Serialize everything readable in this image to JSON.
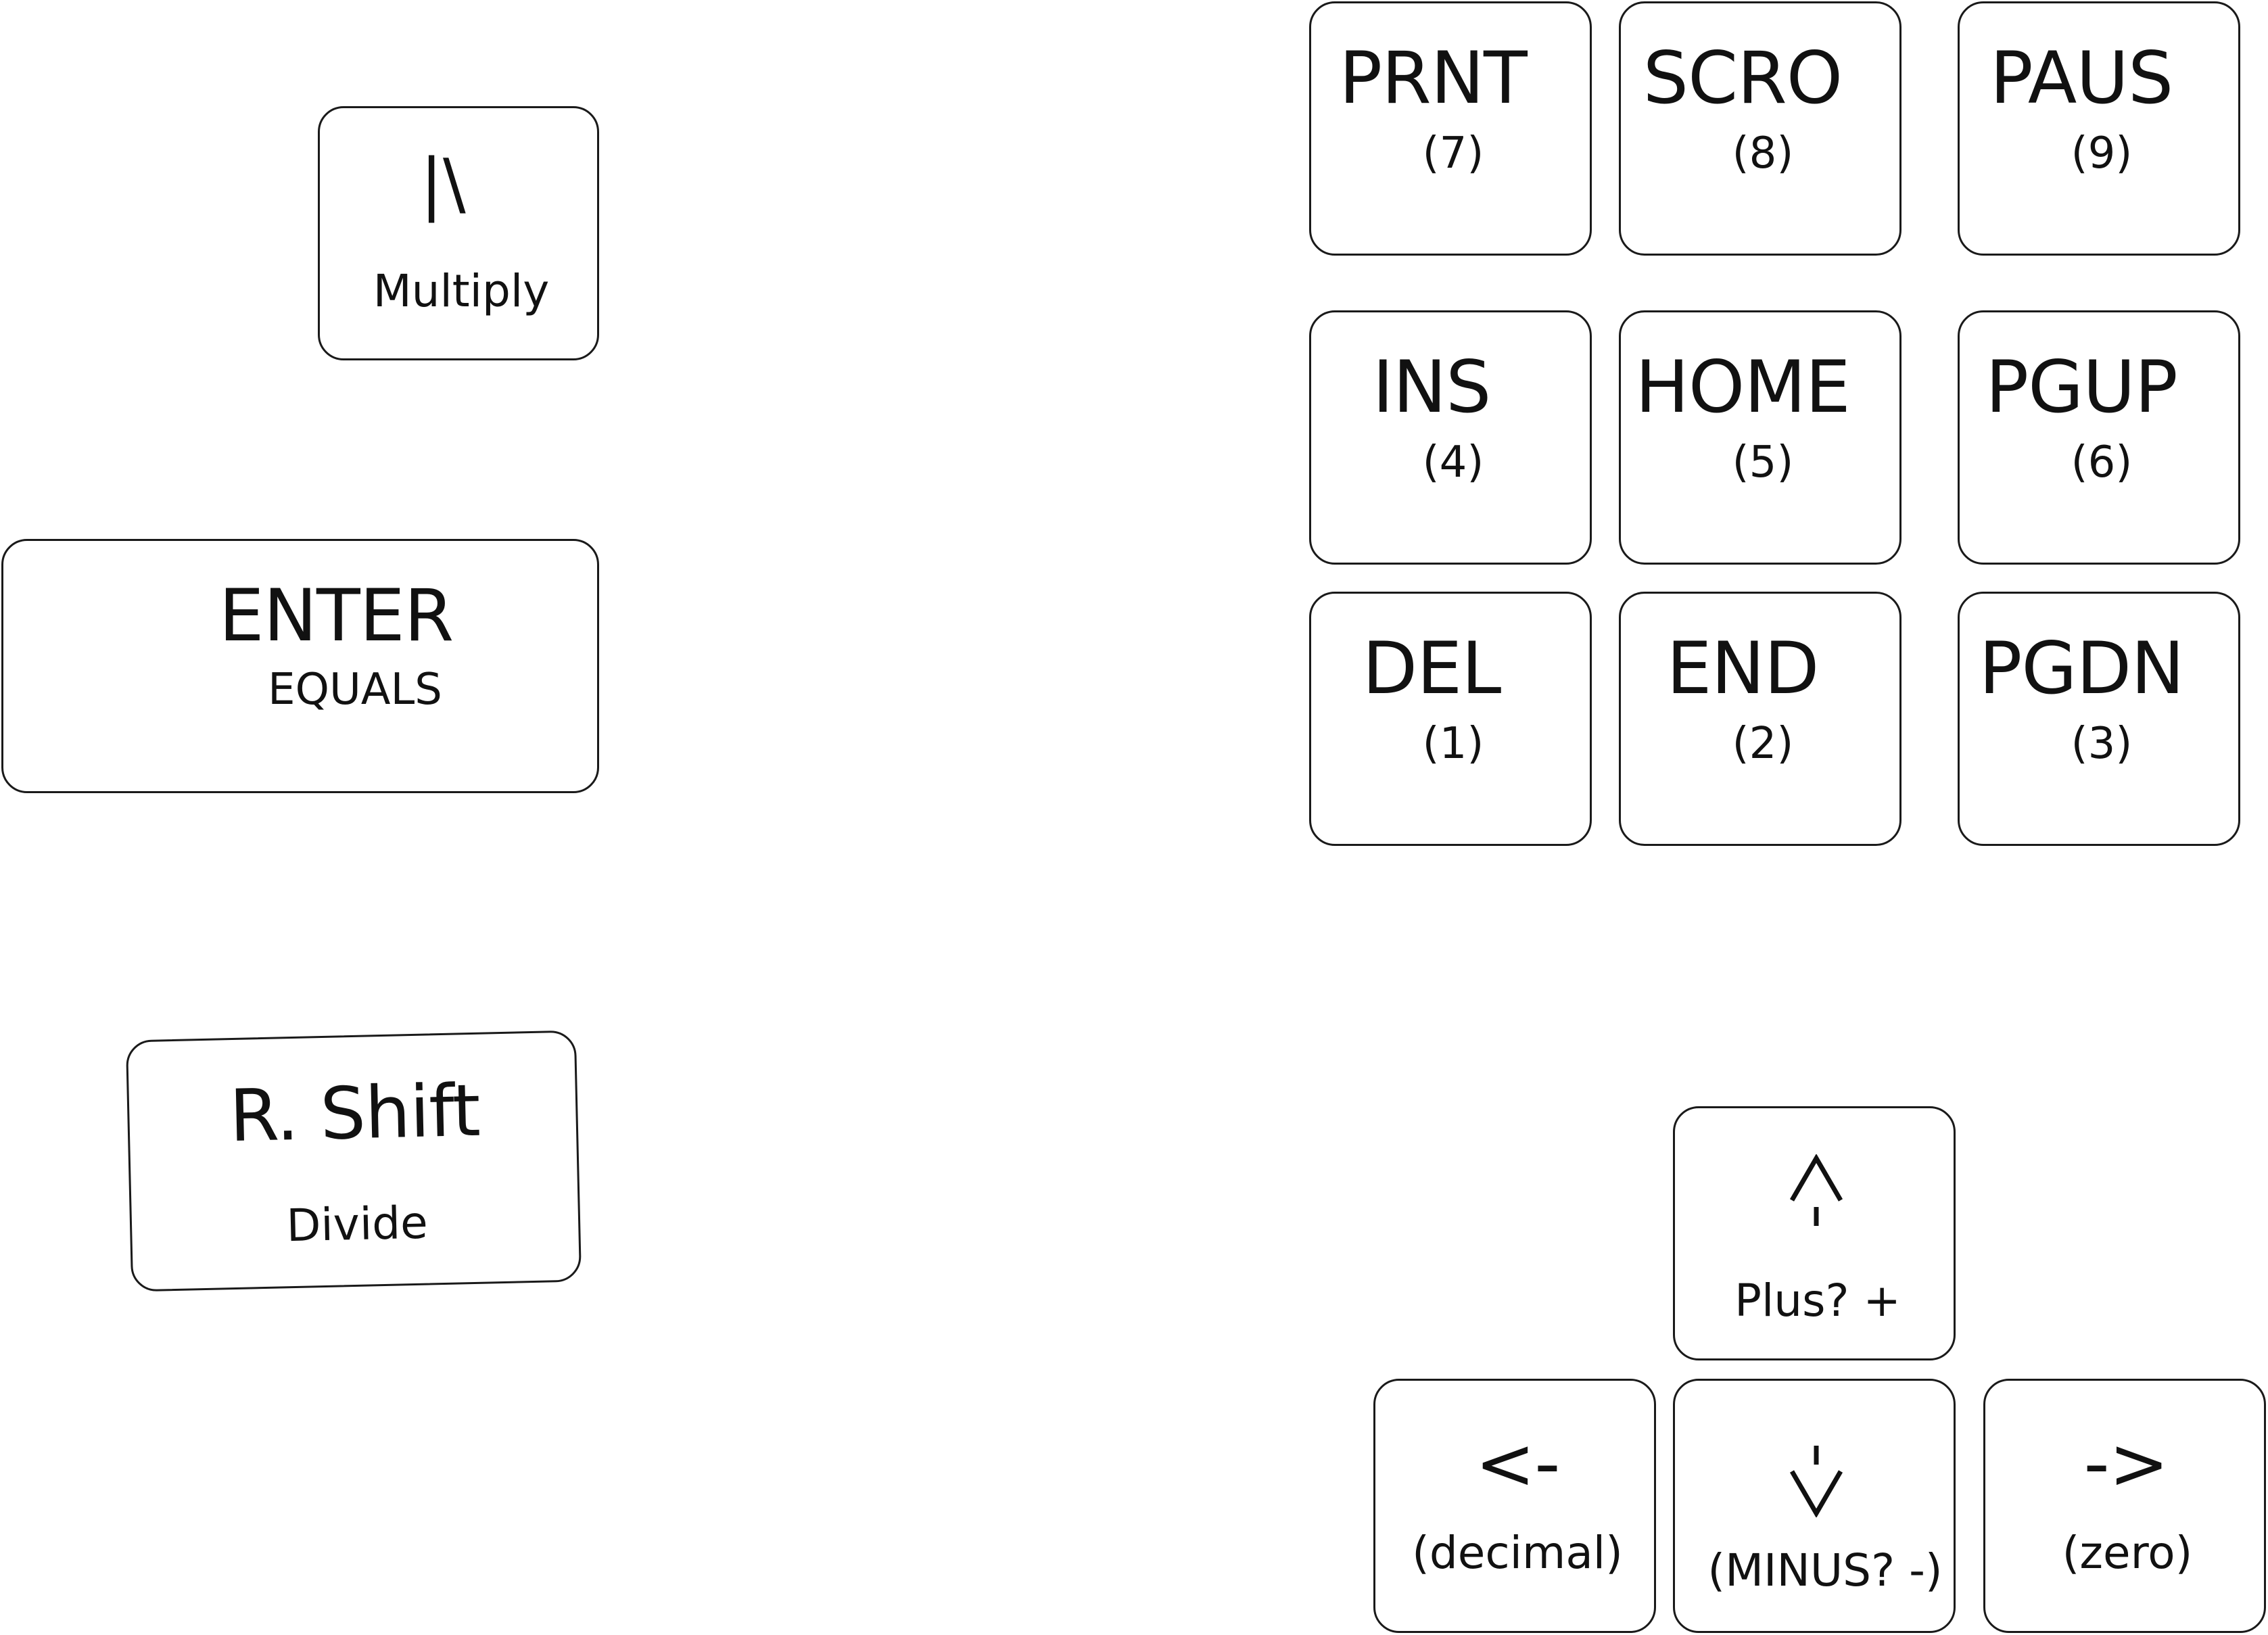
{
  "keys": {
    "multiply": {
      "glyph": "|\\",
      "label": "Multiply"
    },
    "enter": {
      "main": "ENTER",
      "sub": "EQUALS"
    },
    "rshift": {
      "main": "R. Shift",
      "sub": "Divide"
    },
    "prnt": {
      "main": "PRNT",
      "sub": "(7)"
    },
    "scro": {
      "main": "SCRO",
      "sub": "(8)"
    },
    "paus": {
      "main": "PAUS",
      "sub": "(9)"
    },
    "ins": {
      "main": "INS",
      "sub": "(4)"
    },
    "home": {
      "main": "HOME",
      "sub": "(5)"
    },
    "pgup": {
      "main": "PGUP",
      "sub": "(6)"
    },
    "del": {
      "main": "DEL",
      "sub": "(1)"
    },
    "end": {
      "main": "END",
      "sub": "(2)"
    },
    "pgdn": {
      "main": "PGDN",
      "sub": "(3)"
    },
    "up": {
      "glyph": "^",
      "sub": "Plus? +"
    },
    "left": {
      "main": "<-",
      "sub": "(decimal)"
    },
    "down": {
      "glyph": "v",
      "sub": "(MINUS? -)"
    },
    "right": {
      "main": "->",
      "sub": "(zero)"
    }
  }
}
